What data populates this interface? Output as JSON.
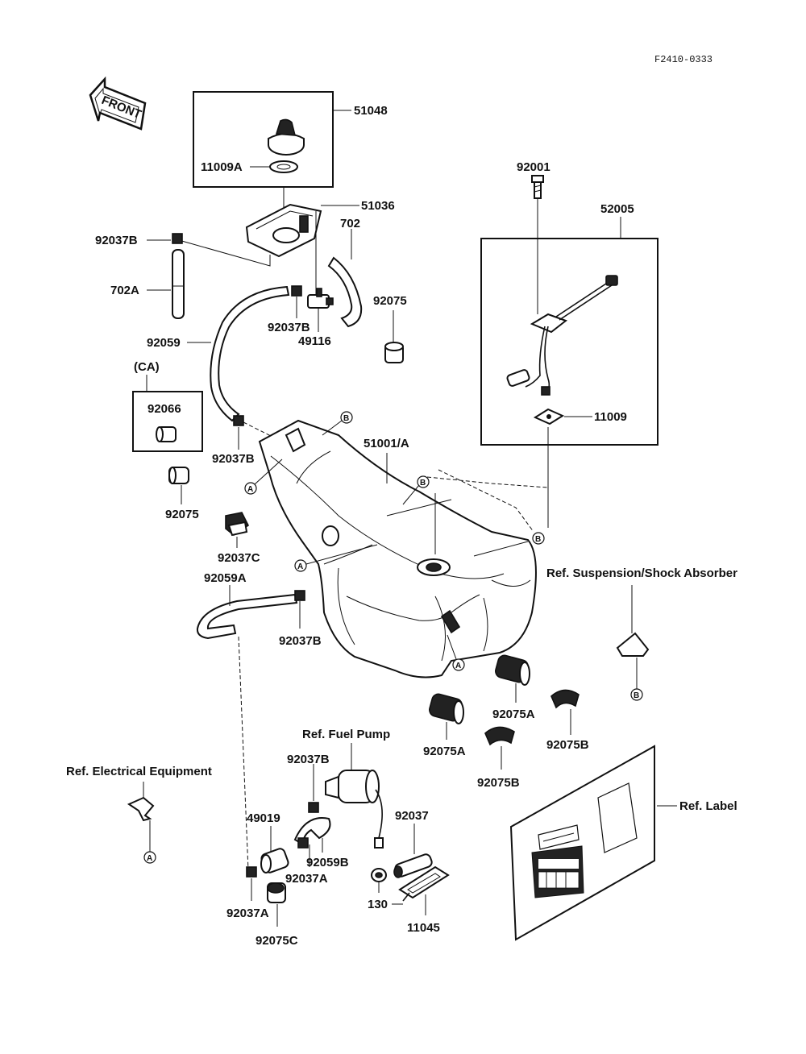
{
  "diagram": {
    "code": "F2410-0333",
    "front_label": "FRONT",
    "labels": {
      "p51048": "51048",
      "p11009A": "11009A",
      "p51036": "51036",
      "p702": "702",
      "p92037B_1": "92037B",
      "p702A": "702A",
      "p92037B_2": "92037B",
      "p49116": "49116",
      "p92075_1": "92075",
      "p92059": "92059",
      "pCA": "(CA)",
      "p92066": "92066",
      "p92037B_3": "92037B",
      "p92075_2": "92075",
      "p92037C": "92037C",
      "p51001A": "51001/A",
      "p92001": "92001",
      "p52005": "52005",
      "p11009": "11009",
      "p92059A": "92059A",
      "p92037B_4": "92037B",
      "p92075A_1": "92075A",
      "p92075A_2": "92075A",
      "p92075B_1": "92075B",
      "p92075B_2": "92075B",
      "p92037B_5": "92037B",
      "p49019": "49019",
      "p92059B": "92059B",
      "p92037A_1": "92037A",
      "p92037A_2": "92037A",
      "p92075C": "92075C",
      "p92037": "92037",
      "p130": "130",
      "p11045": "11045"
    },
    "refs": {
      "suspension": "Ref. Suspension/Shock Absorber",
      "fuel_pump": "Ref. Fuel Pump",
      "electrical": "Ref. Electrical Equipment",
      "label": "Ref. Label"
    },
    "markers": {
      "A": "A",
      "B": "B"
    }
  }
}
